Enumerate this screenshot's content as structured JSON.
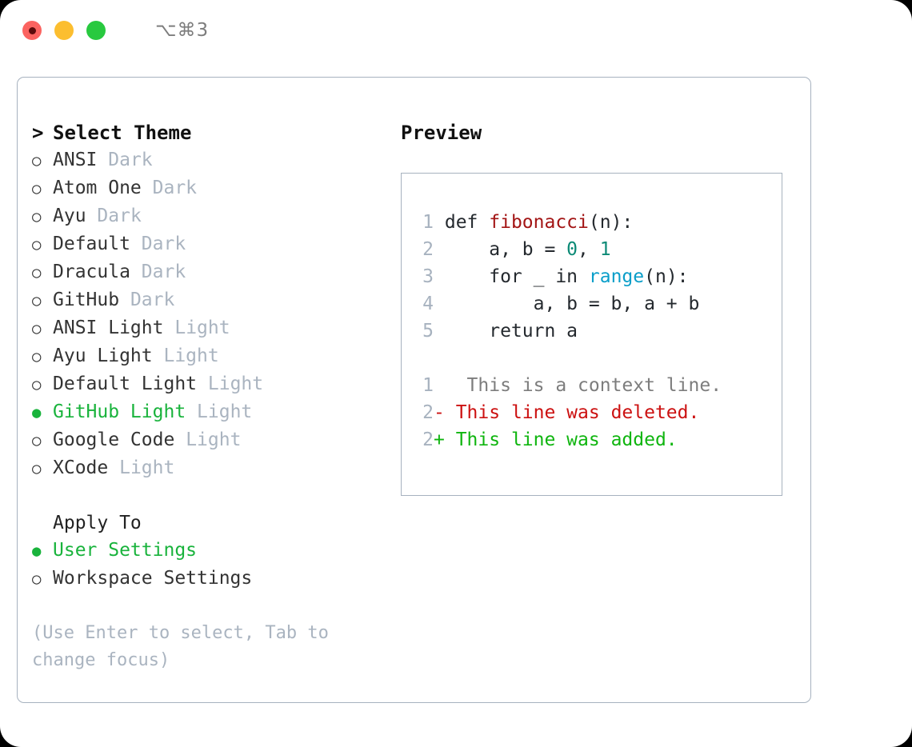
{
  "titlebar": {
    "shortcut": "⌥⌘3",
    "buttons": [
      "close",
      "minimize",
      "maximize"
    ]
  },
  "theme_picker": {
    "title": "Select Theme",
    "caret": ">",
    "bullet_empty": "○",
    "bullet_filled": "●",
    "items": [
      {
        "label": "ANSI",
        "meta": "Dark",
        "selected": false
      },
      {
        "label": "Atom One",
        "meta": "Dark",
        "selected": false
      },
      {
        "label": "Ayu",
        "meta": "Dark",
        "selected": false
      },
      {
        "label": "Default",
        "meta": "Dark",
        "selected": false
      },
      {
        "label": "Dracula",
        "meta": "Dark",
        "selected": false
      },
      {
        "label": "GitHub",
        "meta": "Dark",
        "selected": false
      },
      {
        "label": "ANSI Light",
        "meta": "Light",
        "selected": false
      },
      {
        "label": "Ayu Light",
        "meta": "Light",
        "selected": false
      },
      {
        "label": "Default Light",
        "meta": "Light",
        "selected": false
      },
      {
        "label": "GitHub Light",
        "meta": "Light",
        "selected": true
      },
      {
        "label": "Google Code",
        "meta": "Light",
        "selected": false
      },
      {
        "label": "XCode",
        "meta": "Light",
        "selected": false
      }
    ]
  },
  "apply_to": {
    "title": "Apply To",
    "options": [
      {
        "label": "User Settings",
        "selected": true
      },
      {
        "label": "Workspace Settings",
        "selected": false
      }
    ]
  },
  "hint": "(Use Enter to select, Tab to change focus)",
  "preview": {
    "title": "Preview",
    "code": [
      {
        "no": "1",
        "pre": " def ",
        "name": "fibonacci",
        "post": "(n):"
      },
      {
        "no": "2",
        "text_a": "     a, b = ",
        "n1": "0",
        "sep": ", ",
        "n2": "1"
      },
      {
        "no": "3",
        "pre": "     for _ in ",
        "call": "range",
        "post": "(n):"
      },
      {
        "no": "4",
        "plain": "         a, b = b, a + b"
      },
      {
        "no": "5",
        "plain": "     return a"
      }
    ],
    "diff": [
      {
        "no": "1",
        "marker": " ",
        "text": "  This is a context line.",
        "kind": "context"
      },
      {
        "no": "2",
        "marker": "-",
        "text": " This line was deleted.",
        "kind": "deleted"
      },
      {
        "no": "2",
        "marker": "+",
        "text": " This line was added.",
        "kind": "added"
      }
    ]
  },
  "colors": {
    "accent_green": "#19b33c",
    "border": "#a7b2bf",
    "meta_gray": "#aab4c0",
    "diff_add": "#0fb50f",
    "diff_del": "#cc1111",
    "fn_name": "#a31515",
    "builtin": "#0a9ec9",
    "number": "#0c8a76"
  }
}
